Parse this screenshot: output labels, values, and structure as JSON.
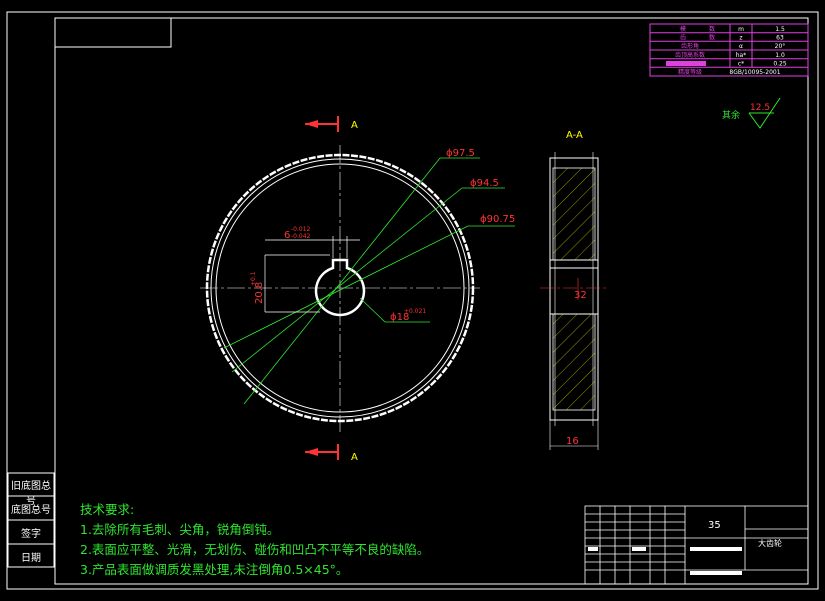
{
  "drawing": {
    "section_label": "A-A",
    "cut_label": "A",
    "dims": {
      "d1": "ϕ97.5",
      "d2": "ϕ94.5",
      "d3": "ϕ90.75",
      "bore_main": "ϕ18",
      "bore_tol": "+0.021",
      "keyway_width_main": "6",
      "keyway_tol_upper": "-0.012",
      "keyway_tol_lower": "-0.042",
      "keyway_depth_main": "20.8",
      "keyway_depth_tol": "+0.1",
      "face_width": "16",
      "roughness_text": "其余",
      "roughness_value": "12.5",
      "section_bore": "32"
    }
  },
  "param_table": {
    "rows": [
      {
        "label1": "模",
        "label2": "数",
        "sym": "m",
        "value": "1.5"
      },
      {
        "label1": "齿",
        "label2": "数",
        "sym": "z",
        "value": "63"
      },
      {
        "label1": "齿形角",
        "label2": "",
        "sym": "α",
        "value": "20°"
      },
      {
        "label1": "齿顶高系数",
        "label2": "",
        "sym": "ha*",
        "value": "1.0"
      },
      {
        "label1": "",
        "label2": "",
        "sym": "c*",
        "value": "0.25"
      },
      {
        "label1": "精度等级",
        "label2": "",
        "sym": "",
        "value": "8GB/10095-2001"
      }
    ]
  },
  "side_labels": [
    "旧底图总号",
    "底图总号",
    "签字",
    "日期"
  ],
  "notes": {
    "title": "技术要求:",
    "items": [
      "1.去除所有毛刺、尖角，锐角倒钝。",
      "2.表面应平整、光滑，无划伤、碰伤和凹凸不平等不良的缺陷。",
      "3.产品表面做调质发黑处理,未注倒角0.5×45°。"
    ]
  },
  "title_block": {
    "quantity": "35",
    "part_name": "大齿轮"
  }
}
